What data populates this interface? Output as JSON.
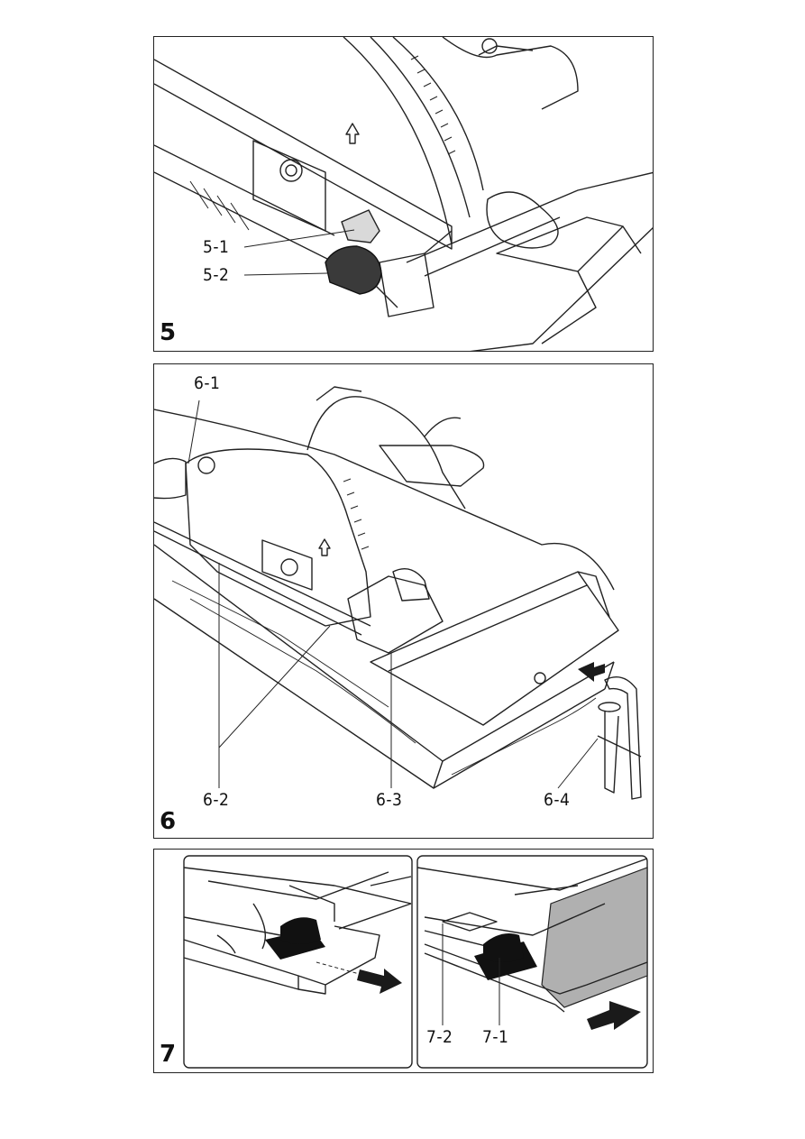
{
  "figures": [
    {
      "number": "5",
      "callouts": [
        "5-1",
        "5-2"
      ]
    },
    {
      "number": "6",
      "callouts": [
        "6-1",
        "6-2",
        "6-3",
        "6-4"
      ]
    },
    {
      "number": "7",
      "callouts": [
        "7-2",
        "7-1"
      ]
    }
  ],
  "colors": {
    "line": "#222222",
    "fill_dark": "#3a3a3a",
    "fill_black": "#111111",
    "fill_gray": "#b0b0b0",
    "arrow": "#1a1a1a"
  }
}
